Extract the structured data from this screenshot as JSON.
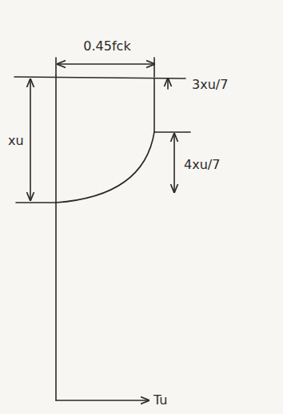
{
  "diagram": {
    "labels": [
      "0.45fck",
      "3xu/7",
      "4xu/7",
      "xu",
      "Tu"
    ]
  }
}
